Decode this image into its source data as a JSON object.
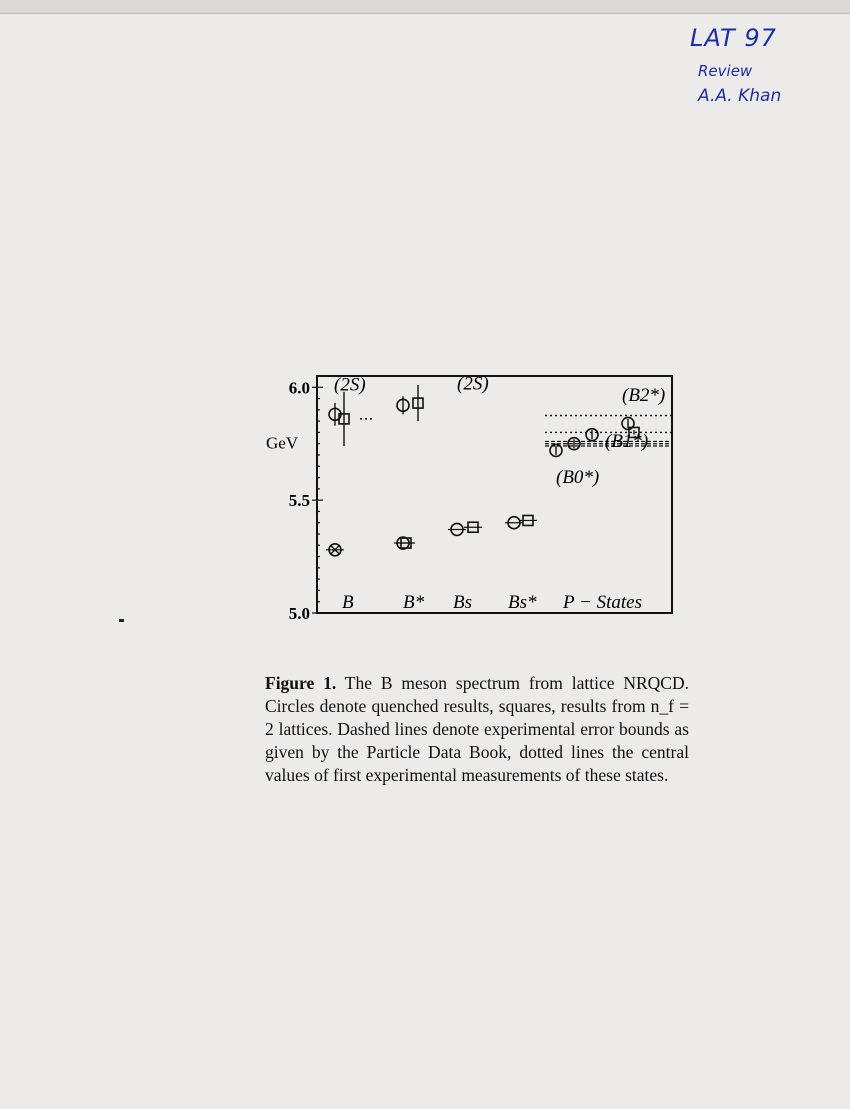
{
  "handwritten_note": {
    "line1": "LAT 97",
    "line2": "Review",
    "line3": "A.A. Khan"
  },
  "figure": {
    "caption_label": "Figure 1.",
    "caption_text": "The B meson spectrum from lattice NRQCD. Circles denote quenched results, squares, results from n_f = 2 lattices. Dashed lines denote experimental error bounds as given by the Particle Data Book, dotted lines the central values of first experimental measurements of these states."
  },
  "chart_data": {
    "type": "scatter",
    "ylabel": "GeV",
    "ylim": [
      5.0,
      6.05
    ],
    "yticks": [
      "6.0",
      "5.5",
      "5.0"
    ],
    "categories": [
      "B",
      "B*",
      "Bs",
      "Bs*",
      "P − States"
    ],
    "annotations": [
      "(2S)",
      "(2S)",
      "(B2*)",
      "(B1*)",
      "(B0*)"
    ],
    "series": [
      {
        "name": "quenched",
        "marker": "circle",
        "points": [
          {
            "category": "B",
            "y": 5.28,
            "err": 0.0
          },
          {
            "category": "B",
            "y": 5.88,
            "err": 0.05
          },
          {
            "category": "B*",
            "y": 5.31,
            "err": 0.0
          },
          {
            "category": "B*",
            "y": 5.92,
            "err": 0.04
          },
          {
            "category": "Bs",
            "y": 5.37,
            "err": 0.0
          },
          {
            "category": "Bs*",
            "y": 5.4,
            "err": 0.0
          },
          {
            "category": "P − States",
            "y": 5.72,
            "err": 0.02
          },
          {
            "category": "P − States",
            "y": 5.75,
            "err": 0.02
          },
          {
            "category": "P − States",
            "y": 5.79,
            "err": 0.02
          },
          {
            "category": "P − States",
            "y": 5.84,
            "err": 0.02
          }
        ]
      },
      {
        "name": "n_f = 2",
        "marker": "square",
        "points": [
          {
            "category": "B",
            "y": 5.86,
            "err": 0.12
          },
          {
            "category": "B*",
            "y": 5.31,
            "err": 0.0
          },
          {
            "category": "B*",
            "y": 5.93,
            "err": 0.08
          },
          {
            "category": "Bs",
            "y": 5.38,
            "err": 0.0
          },
          {
            "category": "Bs*",
            "y": 5.41,
            "err": 0.0
          },
          {
            "category": "P − States",
            "y": 5.8,
            "err": 0.01
          }
        ]
      }
    ],
    "reference_lines": {
      "dotted": [
        5.875,
        5.8
      ],
      "dashed": [
        5.76,
        5.75,
        5.74
      ]
    }
  }
}
